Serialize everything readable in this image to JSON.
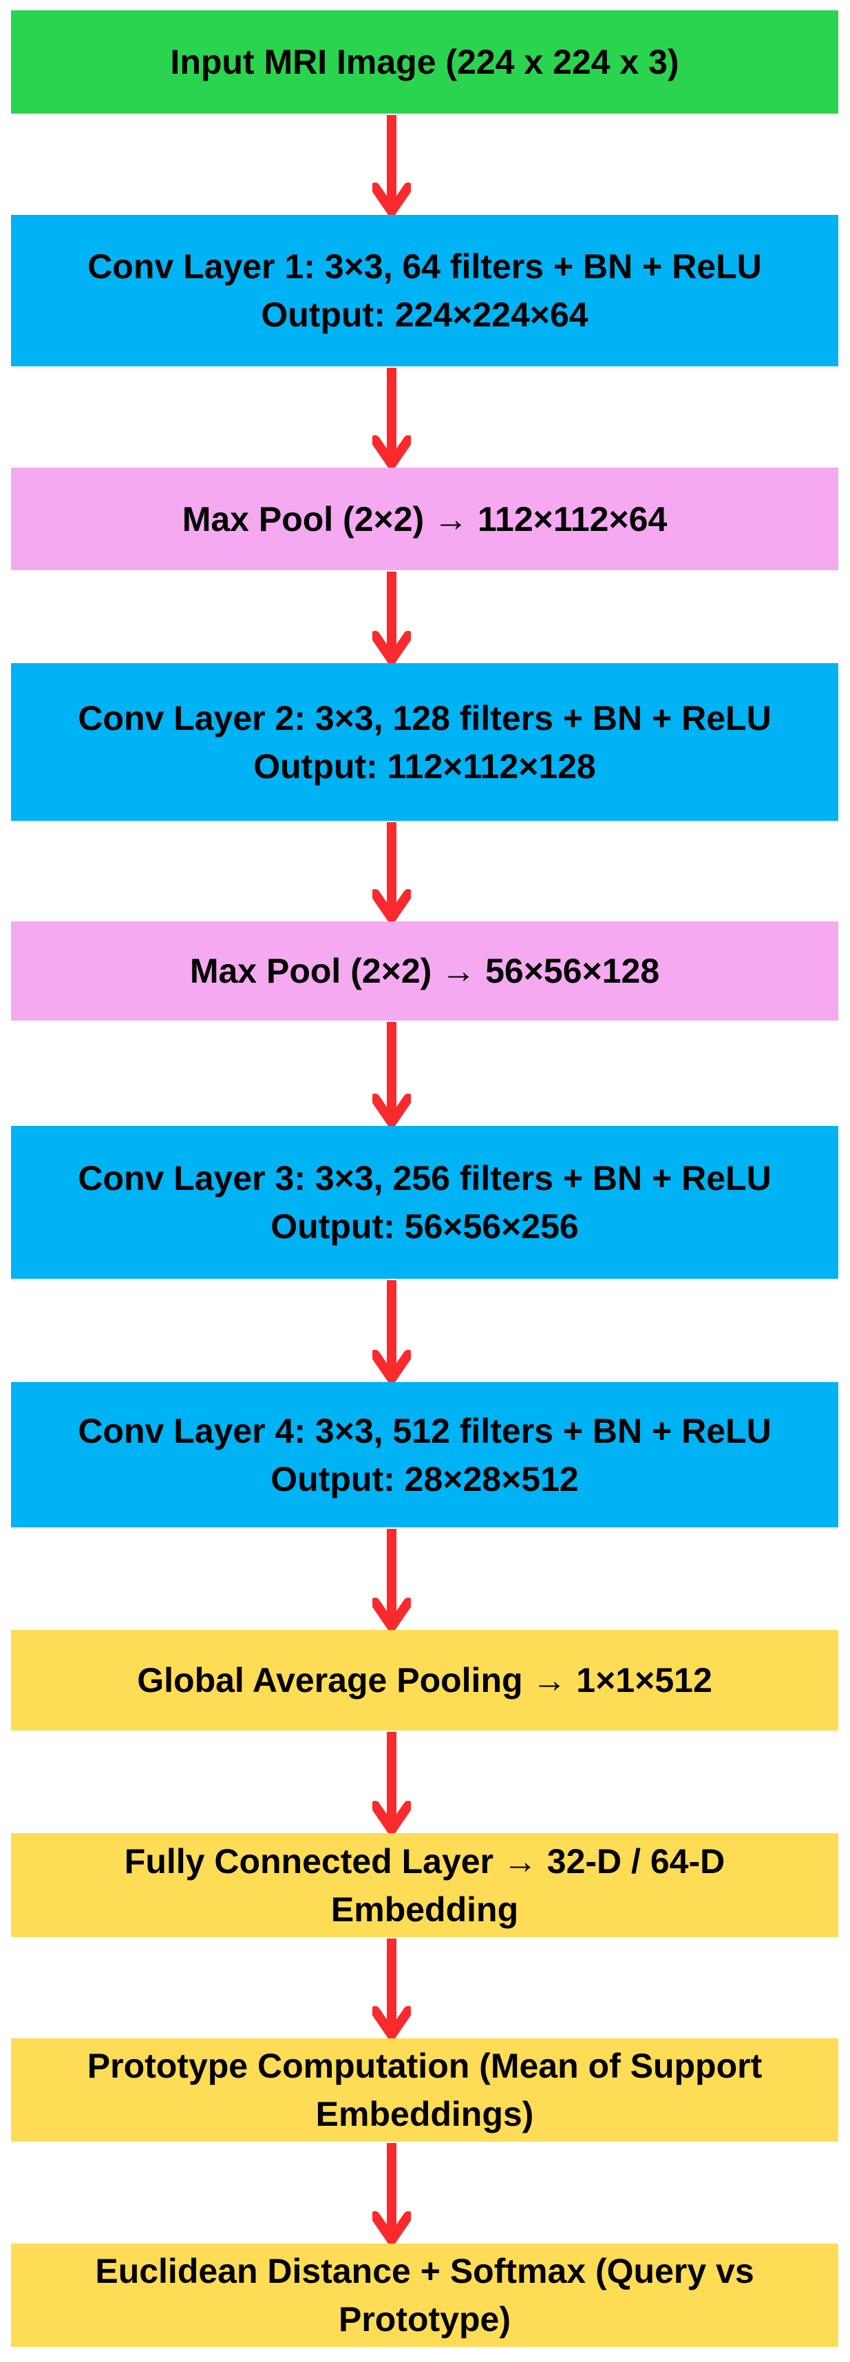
{
  "palette": {
    "background": "#FFFFFF",
    "input_green": "#2BD44F",
    "conv_blue": "#00B3F4",
    "pool_pink": "#F4A9F1",
    "head_yellow": "#FFDC55",
    "arrow_red": "#F92A2D",
    "text_black": "#000000"
  },
  "nodes": [
    {
      "id": "input",
      "lines": [
        "Input MRI Image (224 x 224 x 3)"
      ]
    },
    {
      "id": "conv1",
      "lines": [
        "Conv Layer 1: 3×3, 64 filters + BN + ReLU",
        "Output: 224×224×64"
      ]
    },
    {
      "id": "pool1",
      "lines": [
        "Max Pool (2×2) → 112×112×64"
      ]
    },
    {
      "id": "conv2",
      "lines": [
        "Conv Layer 2: 3×3, 128 filters + BN + ReLU",
        "Output: 112×112×128"
      ]
    },
    {
      "id": "pool2",
      "lines": [
        "Max Pool (2×2) → 56×56×128"
      ]
    },
    {
      "id": "conv3",
      "lines": [
        "Conv Layer 3: 3×3, 256 filters + BN + ReLU",
        "Output: 56×56×256"
      ]
    },
    {
      "id": "conv4",
      "lines": [
        "Conv Layer 4: 3×3, 512 filters + BN + ReLU",
        "Output: 28×28×512"
      ]
    },
    {
      "id": "gap",
      "lines": [
        "Global Average Pooling → 1×1×512"
      ]
    },
    {
      "id": "fc",
      "lines": [
        "Fully Connected Layer → 32-D / 64-D",
        "Embedding"
      ]
    },
    {
      "id": "proto",
      "lines": [
        "Prototype Computation (Mean of Support",
        "Embeddings)"
      ]
    },
    {
      "id": "dist",
      "lines": [
        "Euclidean Distance + Softmax (Query vs",
        "Prototype)"
      ]
    }
  ]
}
